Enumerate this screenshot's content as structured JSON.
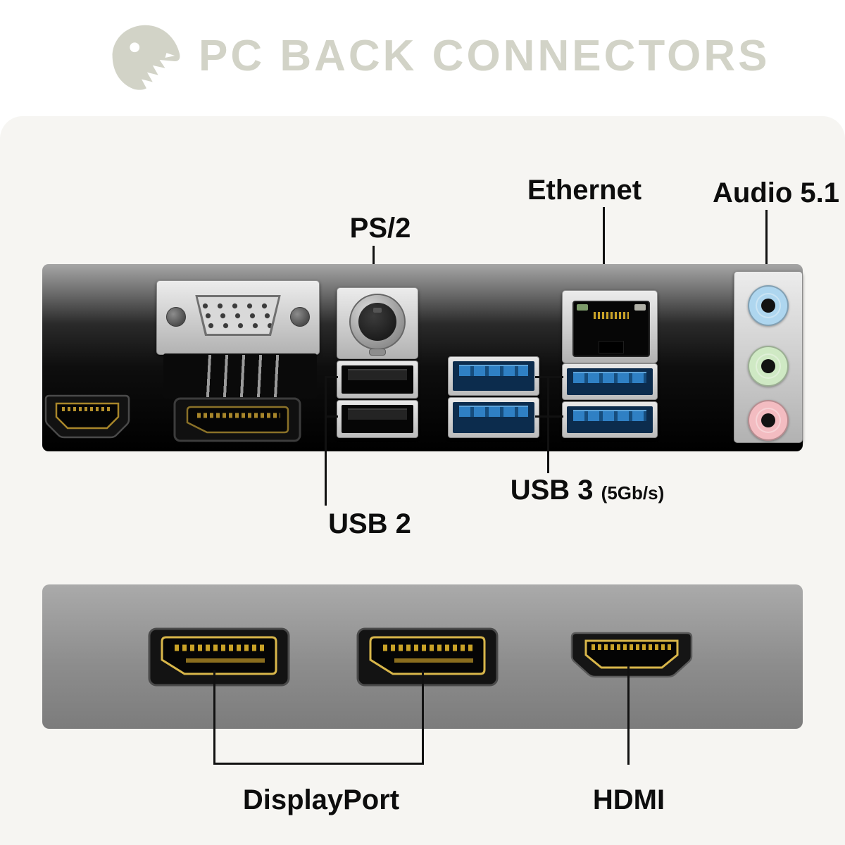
{
  "header": {
    "title": "PC BACK CONNECTORS"
  },
  "labels": {
    "ps2": "PS/2",
    "ethernet": "Ethernet",
    "audio": "Audio 5.1",
    "usb2": "USB 2",
    "usb3": "USB 3",
    "usb3_speed": "(5Gb/s)",
    "displayport": "DisplayPort",
    "hdmi": "HDMI"
  },
  "colors": {
    "background": "#f6f5f2",
    "title_gray": "#d2d3c7",
    "panel_dark": "#0e0e0e",
    "panel_gray": "#8d8d8d",
    "usb3_blue": "#2f80c4",
    "connector_gold": "#c9a227",
    "audio_line_in_blue": "#aed6ef",
    "audio_line_out_green": "#cfe9c4",
    "audio_mic_pink": "#f3bcc1",
    "leader_line": "#111111"
  }
}
